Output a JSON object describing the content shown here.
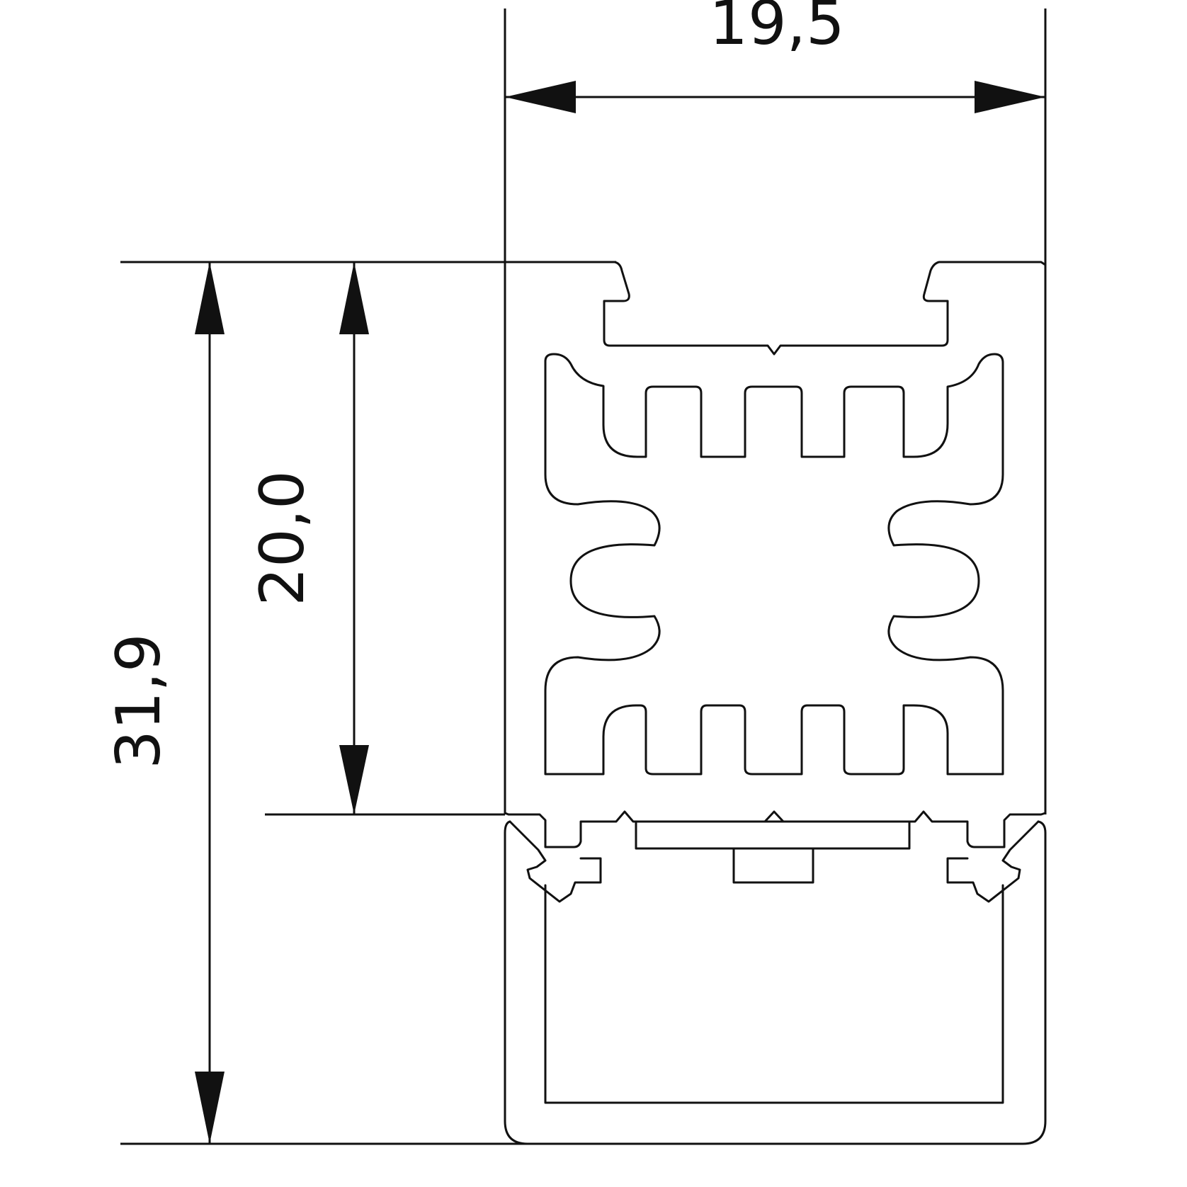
{
  "dimensions": {
    "width_label": "19,5",
    "height_total_label": "31,9",
    "height_body_label": "20,0"
  },
  "colors": {
    "line": "#111111",
    "background": "#ffffff"
  }
}
